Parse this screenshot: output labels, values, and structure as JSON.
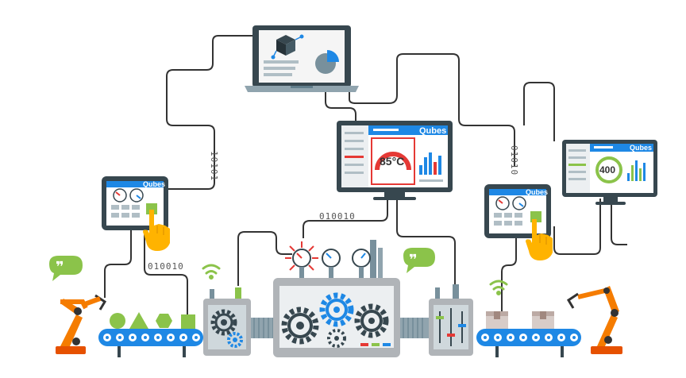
{
  "brand": "Qubes",
  "binary": {
    "left_vertical": "10101",
    "left_bottom": "010010",
    "center": "010010",
    "right_vertical": "01010"
  },
  "center_monitor": {
    "temperature": "85°C"
  },
  "right_monitor": {
    "gauge_value": "400"
  },
  "colors": {
    "screen_blue": "#1e88e5",
    "accent_green": "#8bc34a",
    "alert_red": "#e53935",
    "robot_orange": "#f57c00",
    "hand_yellow": "#ffb300",
    "machine_gray": "#b0b4b8",
    "gear_blue": "#2196f3"
  },
  "icons": [
    "laptop-icon",
    "monitor-icon",
    "tablet-icon",
    "gear-icon",
    "pressure-gauge-icon",
    "wifi-icon",
    "speech-bubble-icon",
    "robot-arm-icon",
    "conveyor-belt-icon",
    "box-icon",
    "pointing-hand-icon"
  ]
}
